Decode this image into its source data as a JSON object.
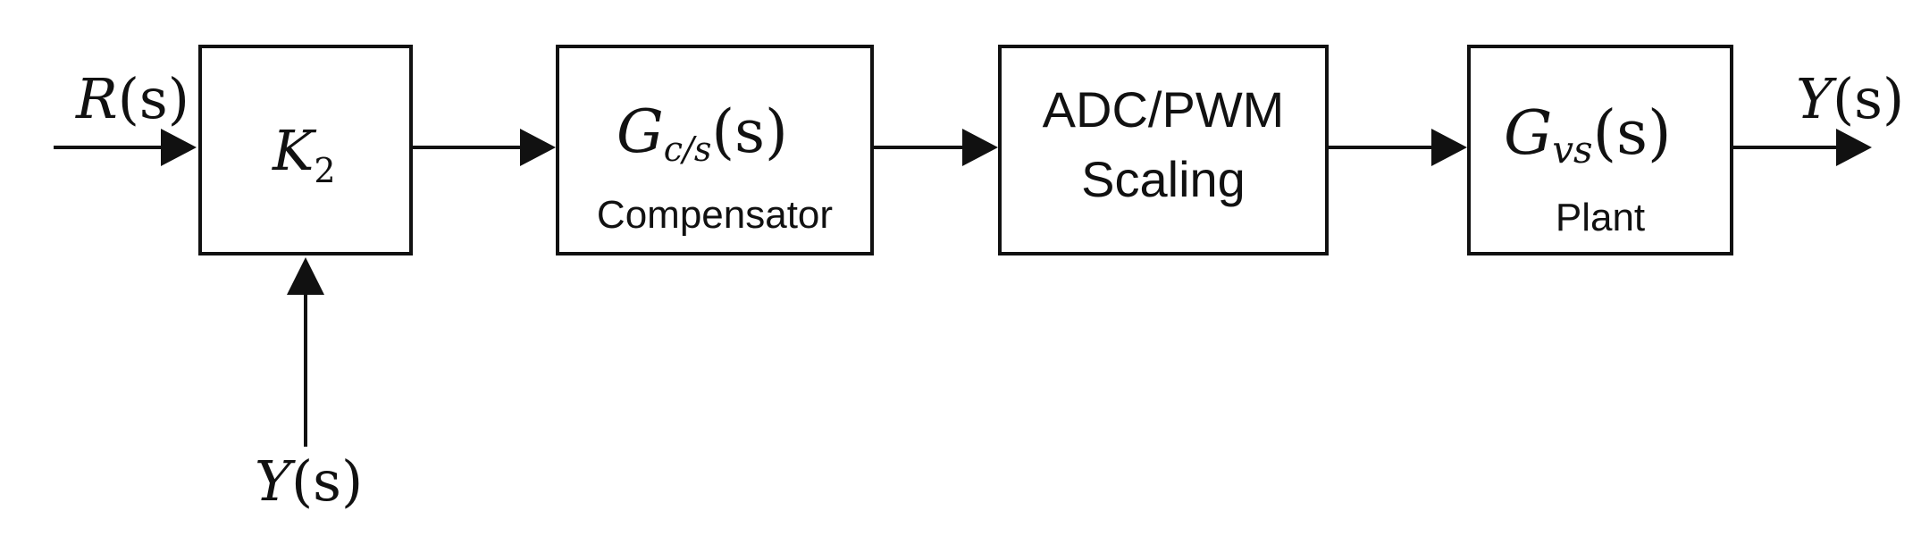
{
  "signals": {
    "input_symbol": "R",
    "input_arg": "(s)",
    "output_symbol": "Y",
    "output_arg": "(s)",
    "feedback_symbol": "Y",
    "feedback_arg": "(s)"
  },
  "blocks": {
    "gain": {
      "symbol": "K",
      "subscript": "2"
    },
    "compensator": {
      "symbol": "G",
      "subscript": "c/s",
      "arg": "(s)",
      "caption": "Compensator"
    },
    "scaling": {
      "line1": "ADC/PWM",
      "line2": "Scaling"
    },
    "plant": {
      "symbol": "G",
      "subscript": "vs",
      "arg": "(s)",
      "caption": "Plant"
    }
  },
  "colors": {
    "stroke": "#111111",
    "background": "#ffffff"
  }
}
